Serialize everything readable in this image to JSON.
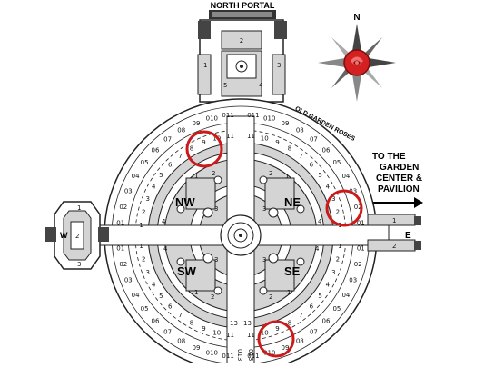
{
  "map": {
    "north_portal_label": "NORTH PORTAL",
    "old_garden_roses_label": "OLD GARDEN ROSES",
    "directions_label_lines": [
      "TO THE",
      "GARDEN",
      "CENTER &",
      "PAVILION"
    ],
    "compass_label": "N",
    "east_label": "E",
    "west_label": "W",
    "quadrants": [
      "NW",
      "NE",
      "SW",
      "SE"
    ],
    "portal_bed_numbers": [
      "1",
      "2",
      "3",
      "4",
      "5"
    ],
    "west_bed_numbers": [
      "1",
      "2",
      "3"
    ],
    "east_path_numbers": [
      "1",
      "2"
    ],
    "quadrant_bed_numbers": [
      "1",
      "2",
      "3",
      "4"
    ],
    "ring_number_sequence": [
      "011",
      "010",
      "09",
      "08",
      "07",
      "06",
      "05",
      "04",
      "03",
      "02",
      "01"
    ],
    "inner_ring_number_sequence": [
      "11",
      "10",
      "9",
      "8",
      "7",
      "6",
      "5",
      "4",
      "3",
      "2",
      "1"
    ],
    "south_path_numbers": [
      "13",
      "013"
    ],
    "highlighted_bed_count": 3,
    "colors": {
      "highlight_circle": "#cc1a1a",
      "bed_fill": "#d4d4d4",
      "path_fill": "#ffffff",
      "outline": "#222222",
      "rose_red": "#d42020",
      "compass_gray": "#9a9a9a"
    },
    "icons": [
      "compass-rose-icon",
      "rose-icon",
      "arrow-right-icon"
    ]
  }
}
